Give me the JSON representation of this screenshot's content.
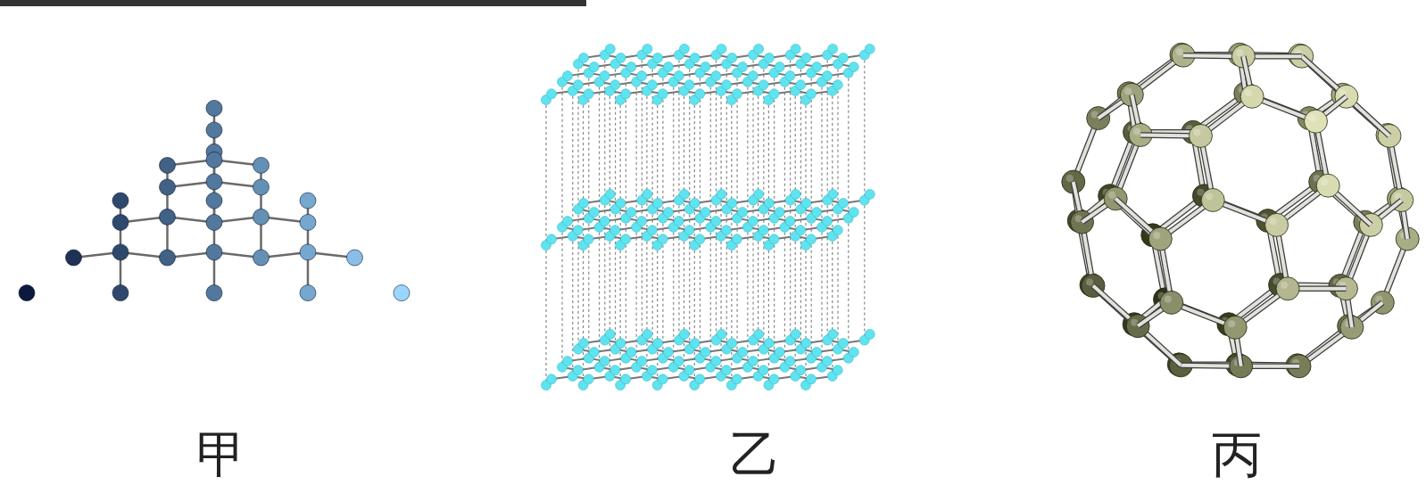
{
  "diagram": {
    "labels": [
      "甲",
      "乙",
      "丙"
    ]
  }
}
